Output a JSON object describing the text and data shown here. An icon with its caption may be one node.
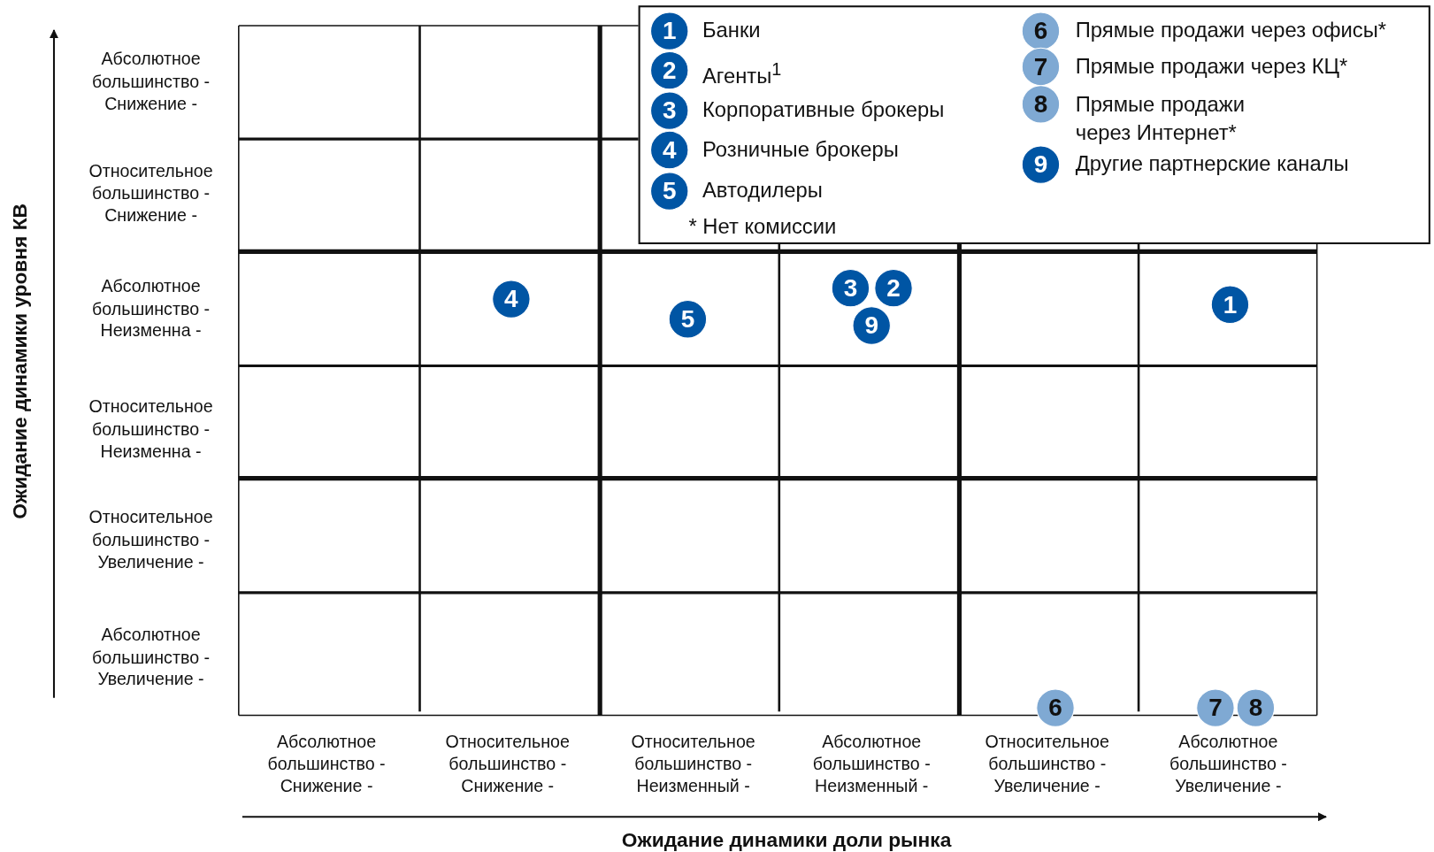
{
  "diagram": {
    "nodes": [
      {
        "text": [
          "1"
        ]
      },
      {
        "text": [
          "2"
        ]
      },
      {
        "text": [
          "3"
        ]
      },
      {
        "text": [
          "4"
        ]
      },
      {
        "text": [
          "5"
        ]
      },
      {
        "text": [
          "6"
        ]
      },
      {
        "text": [
          "7"
        ]
      },
      {
        "text": [
          "8"
        ]
      },
      {
        "text": [
          "9"
        ]
      },
      {
        "text": [
          "3"
        ]
      },
      {
        "text": [
          "2"
        ]
      },
      {
        "text": [
          "4"
        ]
      },
      {
        "text": [
          "1"
        ]
      },
      {
        "text": [
          "5"
        ]
      },
      {
        "text": [
          "9"
        ]
      },
      {
        "text": [
          "6"
        ]
      },
      {
        "text": [
          "7"
        ]
      },
      {
        "text": [
          "8"
        ]
      }
    ],
    "edges": [],
    "labels": [
      "Абсолютное большинство - Снижение -",
      "Относительное большинство - Снижение -",
      "Абсолютное большинство - Неизменна -",
      "Относительное большинство - Неизменна -",
      "Относительное большинство - Увеличение -",
      "Абсолютное большинство - Увеличение -",
      "Ожидание динамики уровня КВ",
      "Абсолютное большинство - Снижение -",
      "Относительное большинство - Снижение -",
      "Относительное большинство - Неизменный -",
      "Абсолютное большинство - Неизменный -",
      "Относительное большинство - Увеличение -",
      "Абсолютное большинство - Увеличение -",
      "Ожидание динамики доли рынка",
      "* Нет комиссии"
    ],
    "legend": [
      {
        "text": "Банки",
        "color": "#0055a4"
      },
      {
        "text": "Агенты$^{1}$",
        "color": "#0055a4"
      },
      {
        "text": "Корпоративные брокеры",
        "color": "#0055a4"
      },
      {
        "text": "Розничные брокеры",
        "color": "#0055a4"
      },
      {
        "text": "Автодилеры",
        "color": "#0055a4"
      },
      {
        "text": "Прямые продажи через офисы*",
        "color": "#7fa9d3"
      },
      {
        "text": "Прямые продажи через КЦ*",
        "color": "#7fa9d3"
      },
      {
        "text": "Прямые продажи через Интернет*",
        "color": "#7fa9d3"
      },
      {
        "text": "Другие партнерские каналы",
        "color": "#0055a4"
      }
    ]
  }
}
